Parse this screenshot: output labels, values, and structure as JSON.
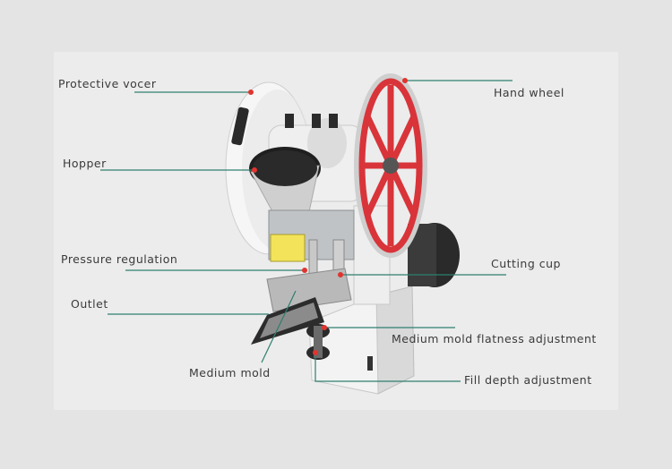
{
  "labels": {
    "protective_cover": "Protective vocer",
    "hopper": "Hopper",
    "pressure_regulation": "Pressure regulation",
    "outlet": "Outlet",
    "medium_mold": "Medium mold",
    "hand_wheel": "Hand wheel",
    "cutting_cup": "Cutting cup",
    "mold_flatness": "Medium mold flatness adjustment",
    "fill_depth": "Fill depth adjustment"
  },
  "colors": {
    "background": "#e5e4e4",
    "panel": "#ececec",
    "leader_line": "#2f7f6f",
    "marker": "#e0342f",
    "wheel": "#d8343a"
  }
}
